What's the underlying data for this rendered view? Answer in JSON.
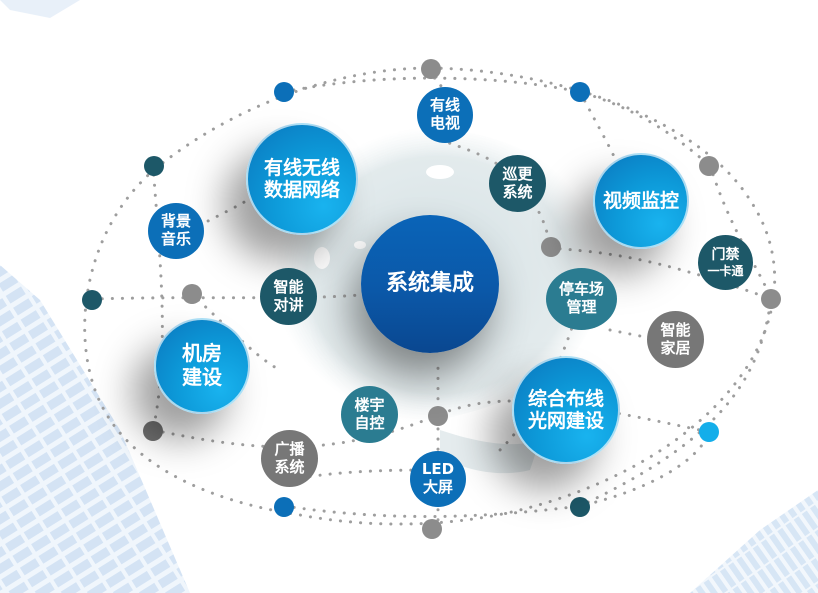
{
  "diagram": {
    "title": "系统集成",
    "hub": {
      "label": "系统集成",
      "color": "#0b5aa8"
    },
    "major_nodes": [
      {
        "id": "network",
        "lines": [
          "有线无线",
          "数据网络"
        ],
        "color": "#0d9ad9"
      },
      {
        "id": "video",
        "lines": [
          "视频监控"
        ],
        "color": "#0d9ad9"
      },
      {
        "id": "server-room",
        "lines": [
          "机房",
          "建设"
        ],
        "color": "#0d9ad9"
      },
      {
        "id": "cabling",
        "lines": [
          "综合布线",
          "光网建设"
        ],
        "color": "#0d9ad9"
      }
    ],
    "minor_nodes": [
      {
        "id": "cable-tv",
        "lines": [
          "有线",
          "电视"
        ],
        "color": "#0c6fb8"
      },
      {
        "id": "patrol",
        "lines": [
          "巡更",
          "系统"
        ],
        "color": "#1d5868"
      },
      {
        "id": "bg-music",
        "lines": [
          "背景",
          "音乐"
        ],
        "color": "#0c6fb8"
      },
      {
        "id": "intercom",
        "lines": [
          "智能",
          "对讲"
        ],
        "color": "#1d5868"
      },
      {
        "id": "parking",
        "lines": [
          "停车场",
          "管理"
        ],
        "color": "#2b7c91"
      },
      {
        "id": "access-card",
        "lines": [
          "门禁",
          "一卡通"
        ],
        "color": "#1d5868"
      },
      {
        "id": "smart-home",
        "lines": [
          "智能",
          "家居"
        ],
        "color": "#777777"
      },
      {
        "id": "building-auto",
        "lines": [
          "楼宇",
          "自控"
        ],
        "color": "#2b7c91"
      },
      {
        "id": "broadcast",
        "lines": [
          "广播",
          "系统"
        ],
        "color": "#777777"
      },
      {
        "id": "led-screen",
        "lines": [
          "LED",
          "大屏"
        ],
        "color": "#0c6fb8"
      }
    ],
    "colors": {
      "major_blue": "#0d9ad9",
      "hub_blue": "#0b5aa8",
      "dark_teal": "#1d5868",
      "teal": "#2b7c91",
      "gray": "#777777",
      "accent_dot_blue": "#0c6fb8",
      "accent_dot_cyan": "#14aeea",
      "dotted_line": "#a0a0a0",
      "map_fill": "#dfe8ea"
    }
  }
}
